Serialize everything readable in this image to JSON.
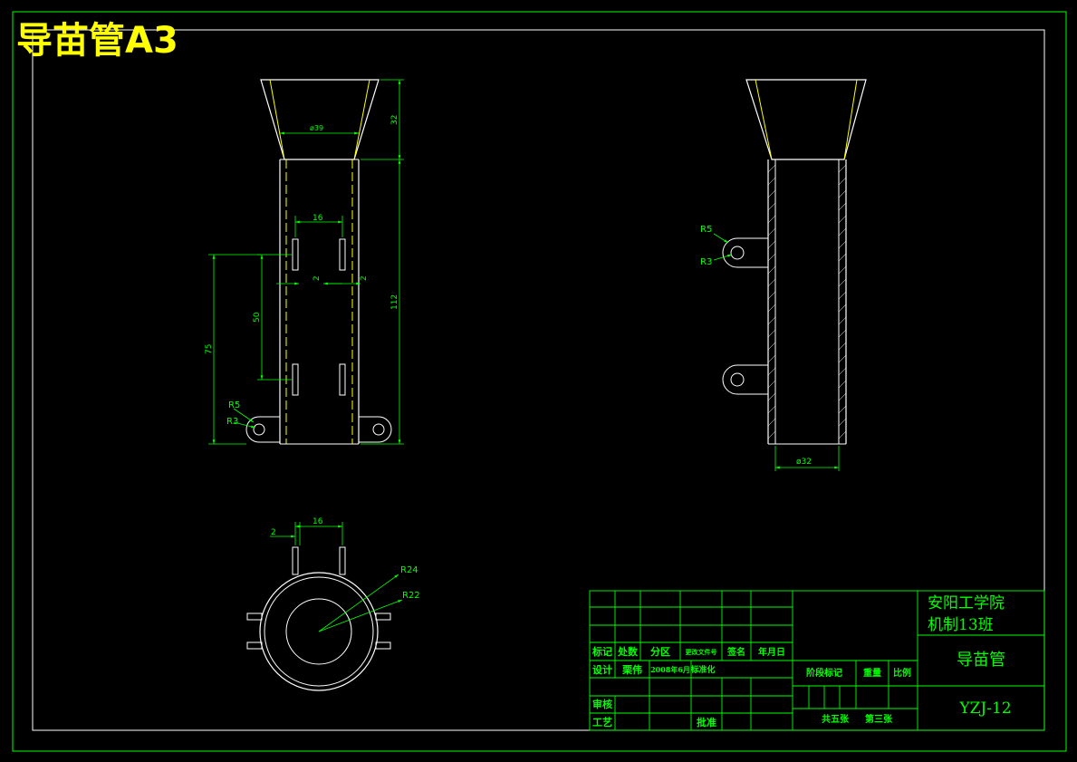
{
  "title": "导苗管A3",
  "colors": {
    "background": "#000000",
    "frame": "#00ff00",
    "outline": "#ffffff",
    "dimension": "#00ff00",
    "title_text": "#ffff00"
  },
  "front_view": {
    "dims": {
      "top_diameter": "ø39",
      "cone_height": "32",
      "tube_length": "112",
      "slot_spacing": "16",
      "slot_width_left": "2",
      "slot_width_right": "2",
      "slot_pitch": "50",
      "bracket_height": "75",
      "lug_outer_radius": "R5",
      "lug_hole_radius": "R3"
    }
  },
  "side_view": {
    "dims": {
      "lug_outer_radius": "R5",
      "lug_hole_radius": "R3",
      "tube_diameter": "ø32"
    }
  },
  "top_view": {
    "dims": {
      "slot_width": "2",
      "slot_spacing": "16",
      "outer_radius": "R24",
      "inner_radius": "R22"
    }
  },
  "title_block": {
    "school": "安阳工学院",
    "class_name": "机制13班",
    "part_name": "导苗管",
    "drawing_no": "YZJ-12",
    "headers": {
      "mark": "标记",
      "count": "处数",
      "zone": "分区",
      "change_doc": "更改文件号",
      "sign": "签名",
      "date": "年月日"
    },
    "design_label": "设计",
    "designer": "栗伟",
    "design_date": "2008年6月",
    "standardize": "标准化",
    "stage_mark": "阶段标记",
    "weight": "重量",
    "scale": "比例",
    "review": "审核",
    "process": "工艺",
    "approve": "批准",
    "total_sheets": "共五张",
    "sheet_no": "第三张"
  }
}
